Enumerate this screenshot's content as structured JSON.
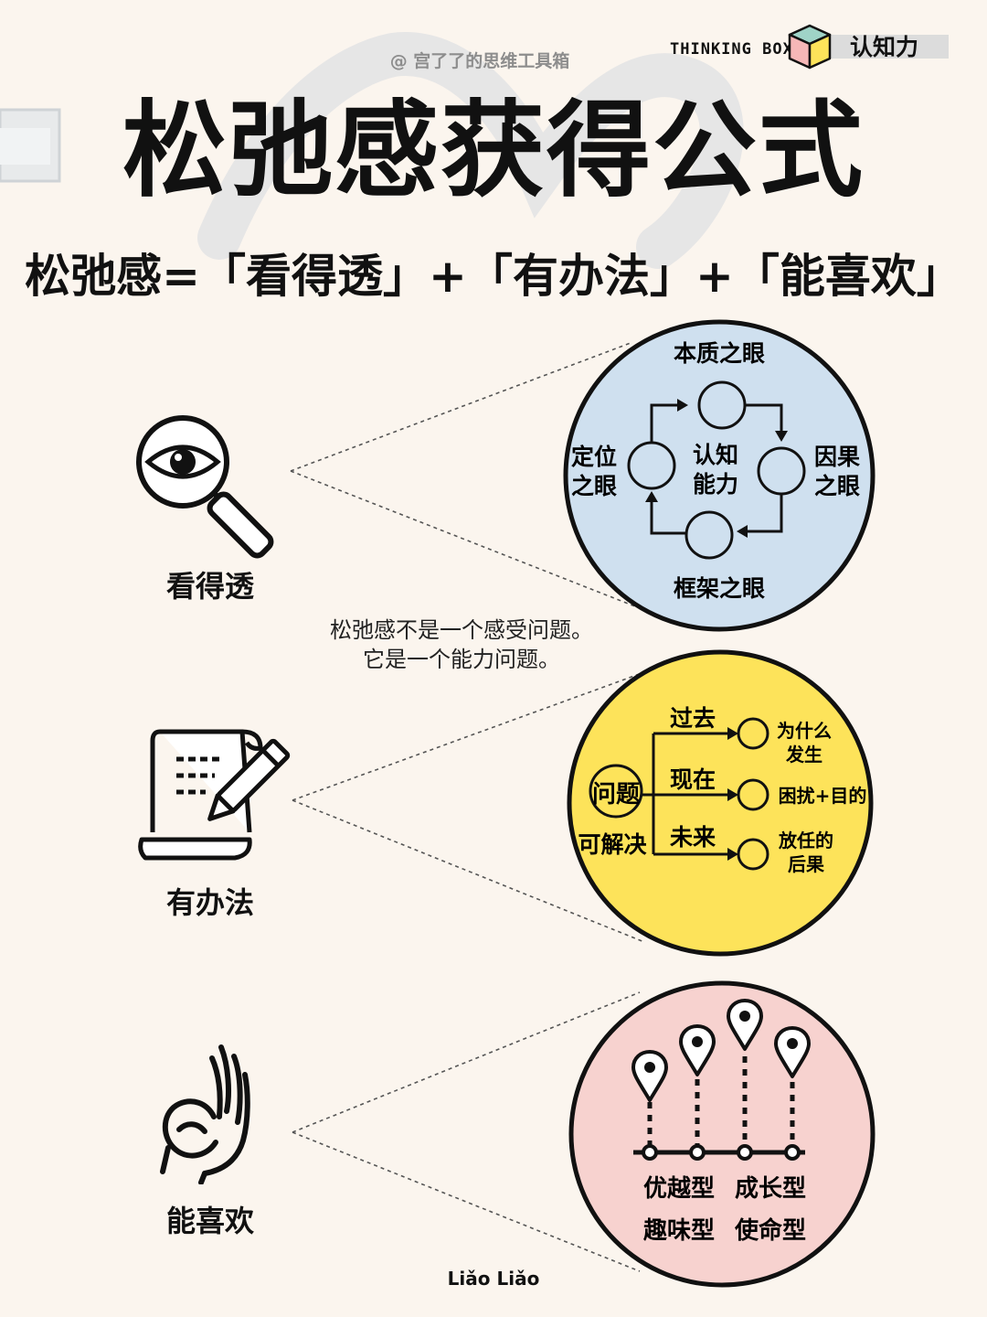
{
  "header": {
    "author": "@ 宫了了的思维工具箱",
    "brand_en": "THINKING BOX",
    "brand_cn": "认知力"
  },
  "title": "松弛感获得公式",
  "formula": "松弛感=「看得透」+「有办法」+「能喜欢」",
  "note": {
    "line1": "松弛感不是一个感受问题。",
    "line2": "它是一个能力问题。"
  },
  "sections": {
    "see": {
      "label": "看得透",
      "icon": "magnifier-eye-icon",
      "bg": "#cfe0ef",
      "top": "本质之眼",
      "right_1": "因果",
      "right_2": "之眼",
      "bottom": "框架之眼",
      "left_1": "定位",
      "left_2": "之眼",
      "center_1": "认知",
      "center_2": "能力"
    },
    "method": {
      "label": "有办法",
      "icon": "scroll-pen-icon",
      "bg": "#fde35a",
      "center": "问题",
      "solvable": "可解决",
      "past": "过去",
      "present": "现在",
      "future": "未来",
      "past_r1": "为什么",
      "past_r2": "发生",
      "present_r": "困扰+目的",
      "future_r1": "放任的",
      "future_r2": "后果"
    },
    "like": {
      "label": "能喜欢",
      "icon": "ok-hand-icon",
      "bg": "#f7d2cf",
      "types": [
        "优越型",
        "成长型",
        "趣味型",
        "使命型"
      ]
    }
  },
  "footer": "Liǎo Liǎo"
}
